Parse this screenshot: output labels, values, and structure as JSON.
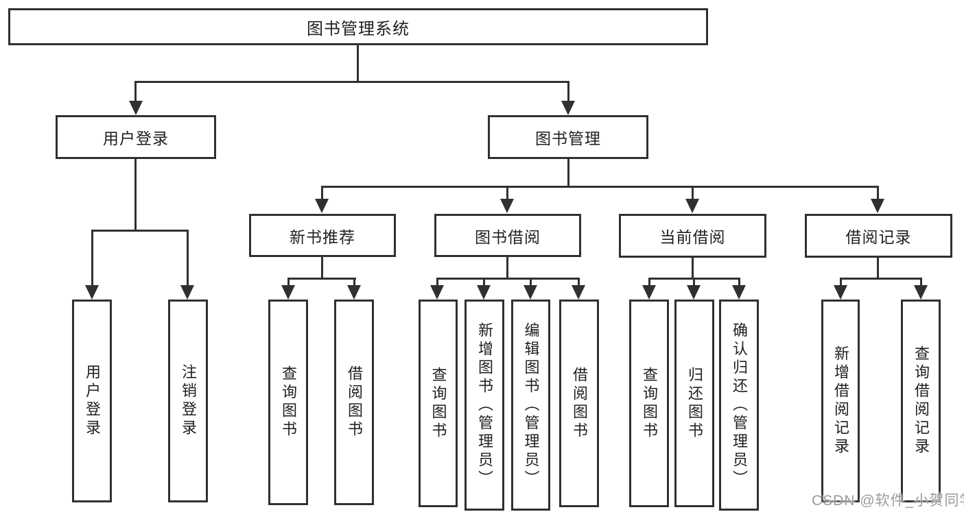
{
  "title": "图书管理系统",
  "level2": {
    "user_login": "用户登录",
    "book_management": "图书管理"
  },
  "level3": {
    "new_book_recommend": "新书推荐",
    "book_borrowing": "图书借阅",
    "current_borrowing": "当前借阅",
    "borrowing_records": "借阅记录"
  },
  "leaves": {
    "user_login": [
      "用户登录",
      "注销登录"
    ],
    "new_book_recommend": [
      "查询图书",
      "借阅图书"
    ],
    "book_borrowing": [
      "查询图书",
      "新增图书（管理员）",
      "编辑图书（管理员）",
      "借阅图书"
    ],
    "current_borrowing": [
      "查询图书",
      "归还图书",
      "确认归还（管理员）"
    ],
    "borrowing_records": [
      "新增借阅记录",
      "查询借阅记录"
    ]
  },
  "watermark": "CSDN @软件_小贺同学",
  "colors": {
    "line": "#303030",
    "text": "#1f1f1f",
    "watermark": "#9b9b9b",
    "background": "#ffffff"
  }
}
